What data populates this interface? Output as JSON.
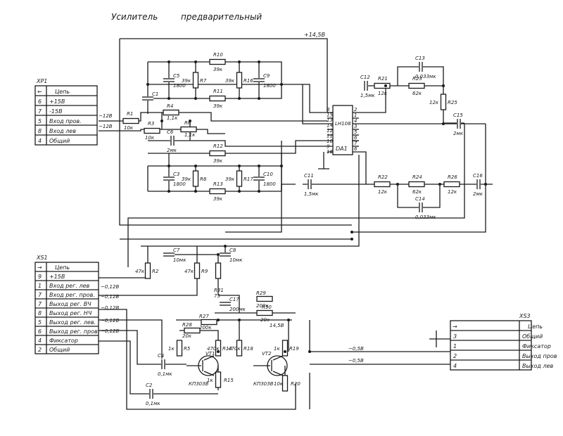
{
  "title": {
    "left": "Усилитель",
    "right": "предварительный"
  },
  "supply": "+14,5В",
  "ic": {
    "name": "DA1",
    "type": "LH108"
  },
  "connectors": {
    "xp1": {
      "name": "XP1",
      "header": "Цепь",
      "header_pin": "←",
      "rows": [
        {
          "pin": "6",
          "label": "+15В"
        },
        {
          "pin": "7",
          "label": "-15В"
        },
        {
          "pin": "5",
          "label": "Вход пров."
        },
        {
          "pin": "8",
          "label": "Вход лев"
        },
        {
          "pin": "4",
          "label": "Общий"
        }
      ]
    },
    "xs1": {
      "name": "XS1",
      "header": "Цепь",
      "header_pin": "→",
      "rows": [
        {
          "pin": "9",
          "label": "+15В"
        },
        {
          "pin": "1",
          "label": "Вход рег. лев"
        },
        {
          "pin": "7",
          "label": "Вход рег. пров."
        },
        {
          "pin": "7",
          "label": "Выход рег. ВЧ"
        },
        {
          "pin": "8",
          "label": "Выход рег. НЧ"
        },
        {
          "pin": "5",
          "label": "Выход рег. лев."
        },
        {
          "pin": "6",
          "label": "Выход рег. пров."
        },
        {
          "pin": "4",
          "label": "Фиксатор"
        },
        {
          "pin": "2",
          "label": "Общий"
        }
      ]
    },
    "xs3": {
      "name": "XS3",
      "header": "Цепь",
      "header_pin": "→",
      "rows": [
        {
          "pin": "3",
          "label": "Общий"
        },
        {
          "pin": "1",
          "label": "Фиксатор"
        },
        {
          "pin": "2",
          "label": "Выход пров"
        },
        {
          "pin": "4",
          "label": "Выход лев"
        }
      ]
    }
  },
  "components": {
    "R1": {
      "ref": "R1",
      "value": "10к"
    },
    "R2": {
      "ref": "R2",
      "value": "47к"
    },
    "R3": {
      "ref": "R3",
      "value": "10к"
    },
    "R4": {
      "ref": "R4",
      "value": "1,1к"
    },
    "R5": {
      "ref": "R5",
      "value": "1к"
    },
    "R6": {
      "ref": "R6",
      "value": "1,1к"
    },
    "R7": {
      "ref": "R7",
      "value": "39к"
    },
    "R8": {
      "ref": "R8",
      "value": "39к"
    },
    "R9": {
      "ref": "R9",
      "value": "47к"
    },
    "R10": {
      "ref": "R10",
      "value": "39к"
    },
    "R11": {
      "ref": "R11",
      "value": "39к"
    },
    "R12": {
      "ref": "R12",
      "value": "39к"
    },
    "R13": {
      "ref": "R13",
      "value": "39к"
    },
    "R14": {
      "ref": "R14",
      "value": "470к"
    },
    "R15": {
      "ref": "R15",
      "value": "1к"
    },
    "R16": {
      "ref": "R16",
      "value": "39к"
    },
    "R17": {
      "ref": "R17",
      "value": "39к"
    },
    "R18": {
      "ref": "R18",
      "value": "470к"
    },
    "R19": {
      "ref": "R19",
      "value": "1к"
    },
    "R20": {
      "ref": "R20",
      "value": "10к"
    },
    "R21": {
      "ref": "R21",
      "value": "12к"
    },
    "R22": {
      "ref": "R22",
      "value": "12к"
    },
    "R23": {
      "ref": "R23",
      "value": "62к"
    },
    "R24": {
      "ref": "R24",
      "value": "62к"
    },
    "R25": {
      "ref": "R25",
      "value": "12к"
    },
    "R26": {
      "ref": "R26",
      "value": "12к"
    },
    "R27": {
      "ref": "R27",
      "value": "200к"
    },
    "R28": {
      "ref": "R28",
      "value": "20к"
    },
    "R29": {
      "ref": "R29",
      "value": "200к"
    },
    "R30": {
      "ref": "R30",
      "value": "20к"
    },
    "R31": {
      "ref": "R31",
      "value": "75"
    },
    "C1": {
      "ref": "C1",
      "value": ""
    },
    "C2": {
      "ref": "C2",
      "value": "0,1мк"
    },
    "C3": {
      "ref": "C3",
      "value": "1800"
    },
    "C4": {
      "ref": "C4",
      "value": "0,1мк"
    },
    "C5": {
      "ref": "C5",
      "value": "1800"
    },
    "C6": {
      "ref": "C6",
      "value": "2мк"
    },
    "C7": {
      "ref": "C7",
      "value": "10мк"
    },
    "C8": {
      "ref": "C8",
      "value": "10мк"
    },
    "C9": {
      "ref": "C9",
      "value": "1800"
    },
    "C10": {
      "ref": "C10",
      "value": "1800"
    },
    "C11": {
      "ref": "C11",
      "value": "1,5мк"
    },
    "C12": {
      "ref": "C12",
      "value": "1,5мк"
    },
    "C13": {
      "ref": "C13",
      "value": "0,033мк"
    },
    "C14": {
      "ref": "C14",
      "value": "0,033мк"
    },
    "C15": {
      "ref": "C15",
      "value": "2мк"
    },
    "C16": {
      "ref": "C16",
      "value": "2мк"
    },
    "C17": {
      "ref": "C17",
      "value": "200мк"
    },
    "VT1": {
      "ref": "VT1",
      "value": "КП303В"
    },
    "VT2": {
      "ref": "VT2",
      "value": "КП303В"
    }
  },
  "annotations": {
    "v_in_r": "~12В",
    "v_in_l": "~12В",
    "v_xs1_1": "~0,12В",
    "v_xs1_2": "~0,12В",
    "v_xs1_3": "~0,12В",
    "v_xs1_4": "~0,12В",
    "v_xs1_5": "~0,12В",
    "v_out_1": "~0,5В",
    "v_out_2": "~0,5В",
    "v_14": "14,5В"
  },
  "pins": {
    "left": [
      "8",
      "15",
      "13",
      "14",
      "12",
      "11",
      "10",
      "9",
      "16"
    ],
    "right": [
      "2",
      "1",
      "4",
      "3",
      "5",
      "6",
      "7",
      "6"
    ]
  }
}
